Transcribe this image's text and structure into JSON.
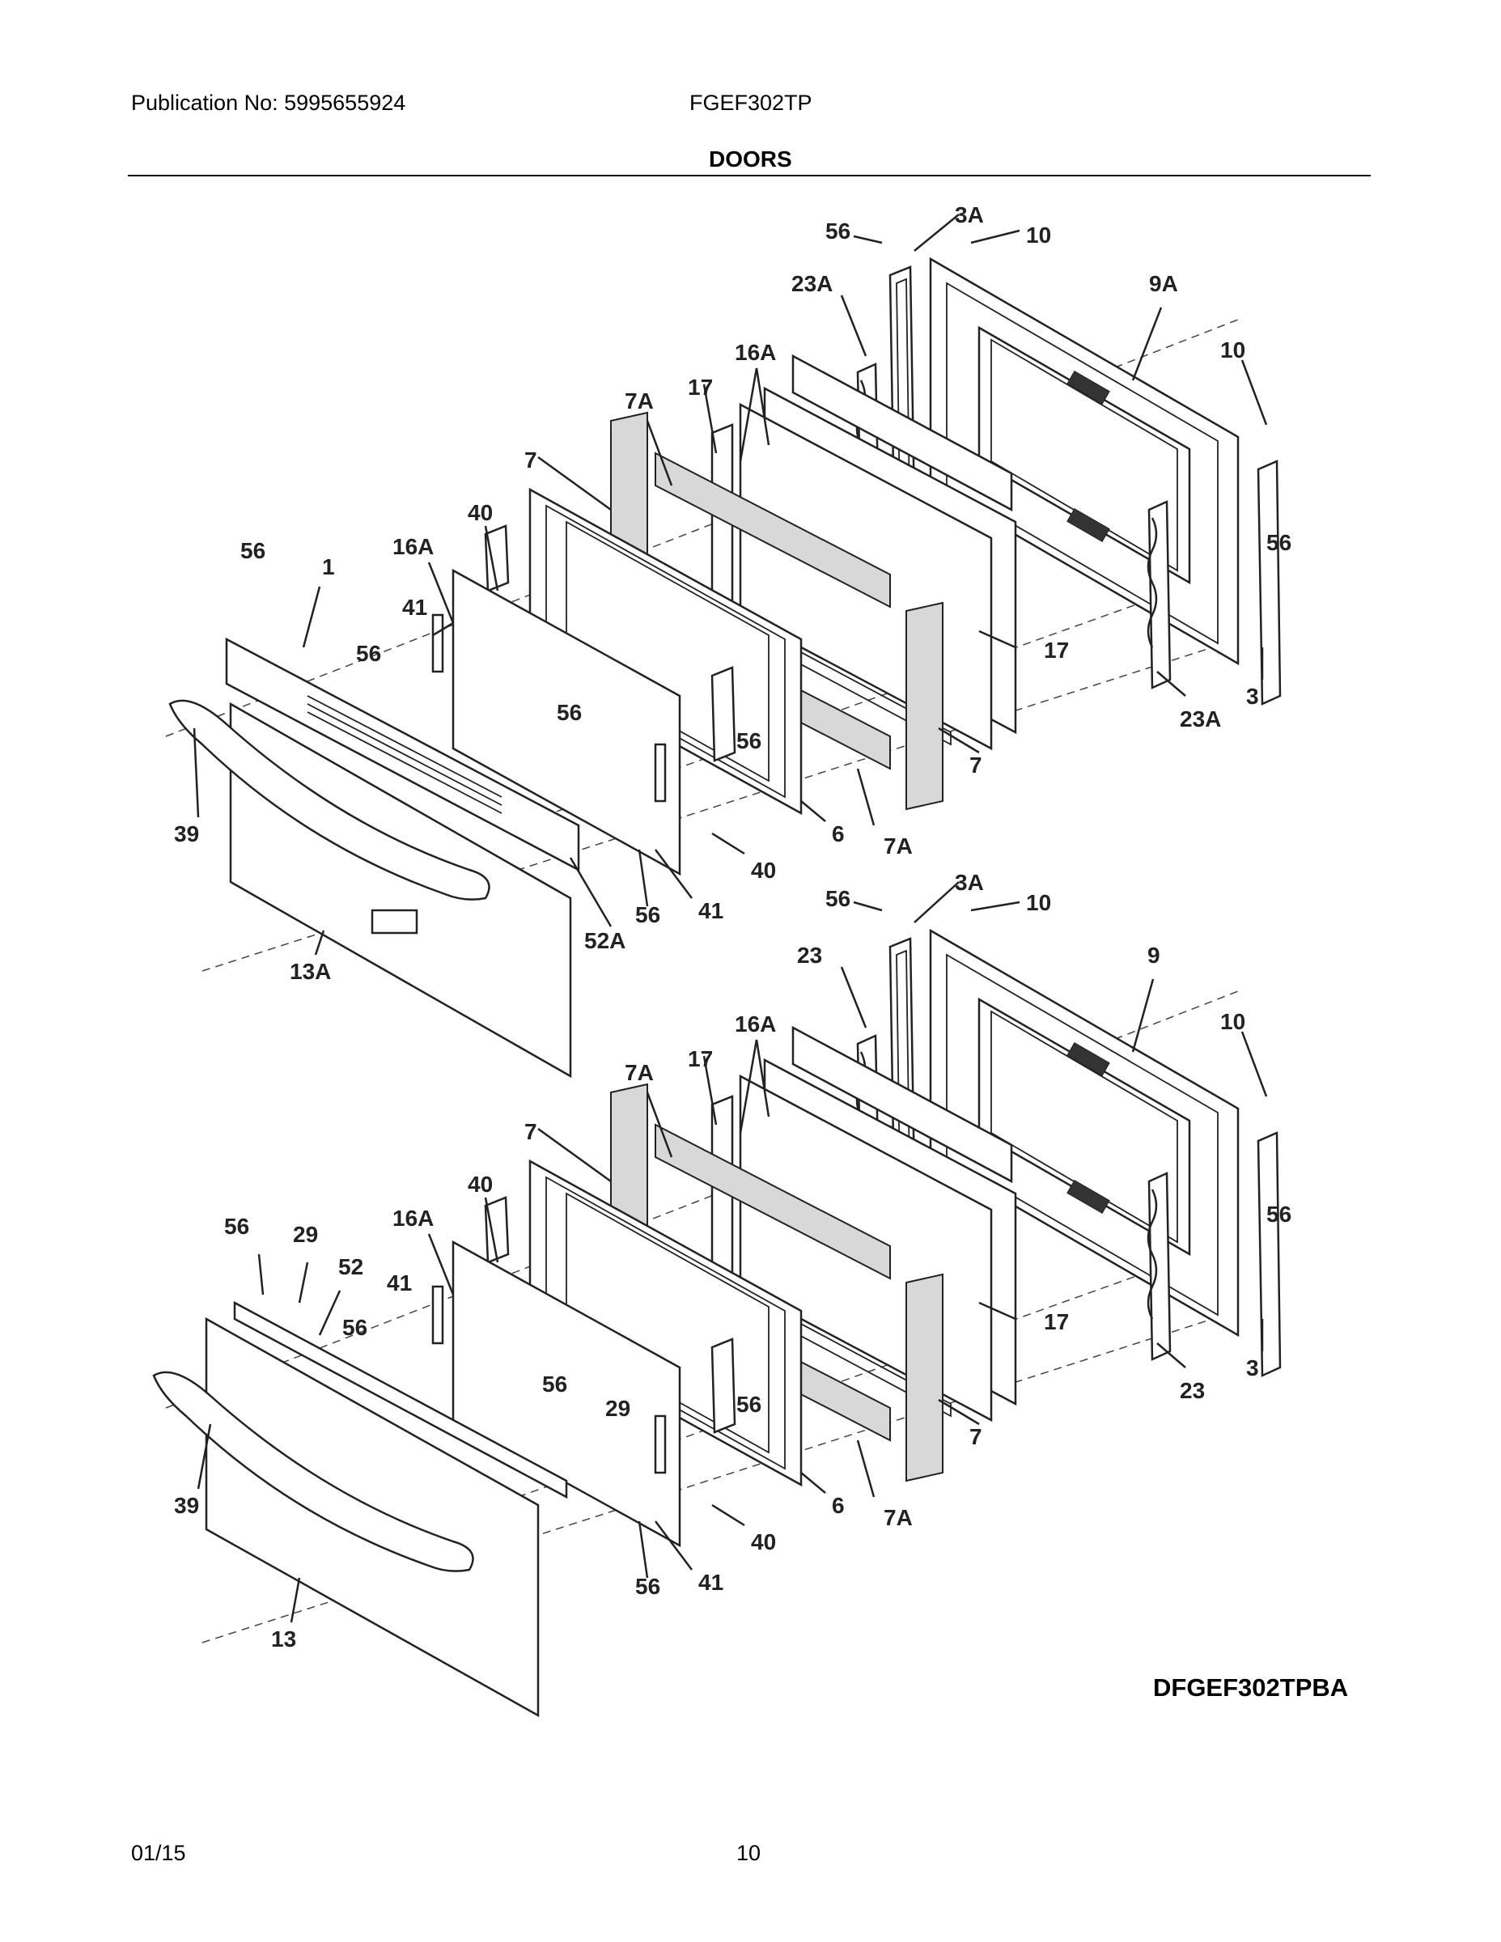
{
  "header": {
    "publication": "Publication No: 5995655924",
    "model": "FGEF302TP",
    "section_title": "DOORS"
  },
  "diagram": {
    "code": "DFGEF302TPBA",
    "upper_door_callouts": [
      "56",
      "3A",
      "10",
      "23A",
      "9A",
      "10",
      "16A",
      "7A",
      "17",
      "7",
      "40",
      "16A",
      "56",
      "1",
      "41",
      "56",
      "56",
      "56",
      "17",
      "56",
      "3",
      "23A",
      "7",
      "39",
      "6",
      "7A",
      "40",
      "41",
      "56",
      "52A",
      "13A"
    ],
    "lower_door_callouts": [
      "56",
      "3A",
      "10",
      "23",
      "9",
      "10",
      "16A",
      "7A",
      "17",
      "7",
      "40",
      "16A",
      "56",
      "29",
      "52",
      "41",
      "56",
      "56",
      "29",
      "56",
      "17",
      "56",
      "3",
      "23",
      "7",
      "39",
      "6",
      "7A",
      "40",
      "41",
      "56",
      "13"
    ]
  },
  "footer": {
    "date": "01/15",
    "page": "10"
  }
}
